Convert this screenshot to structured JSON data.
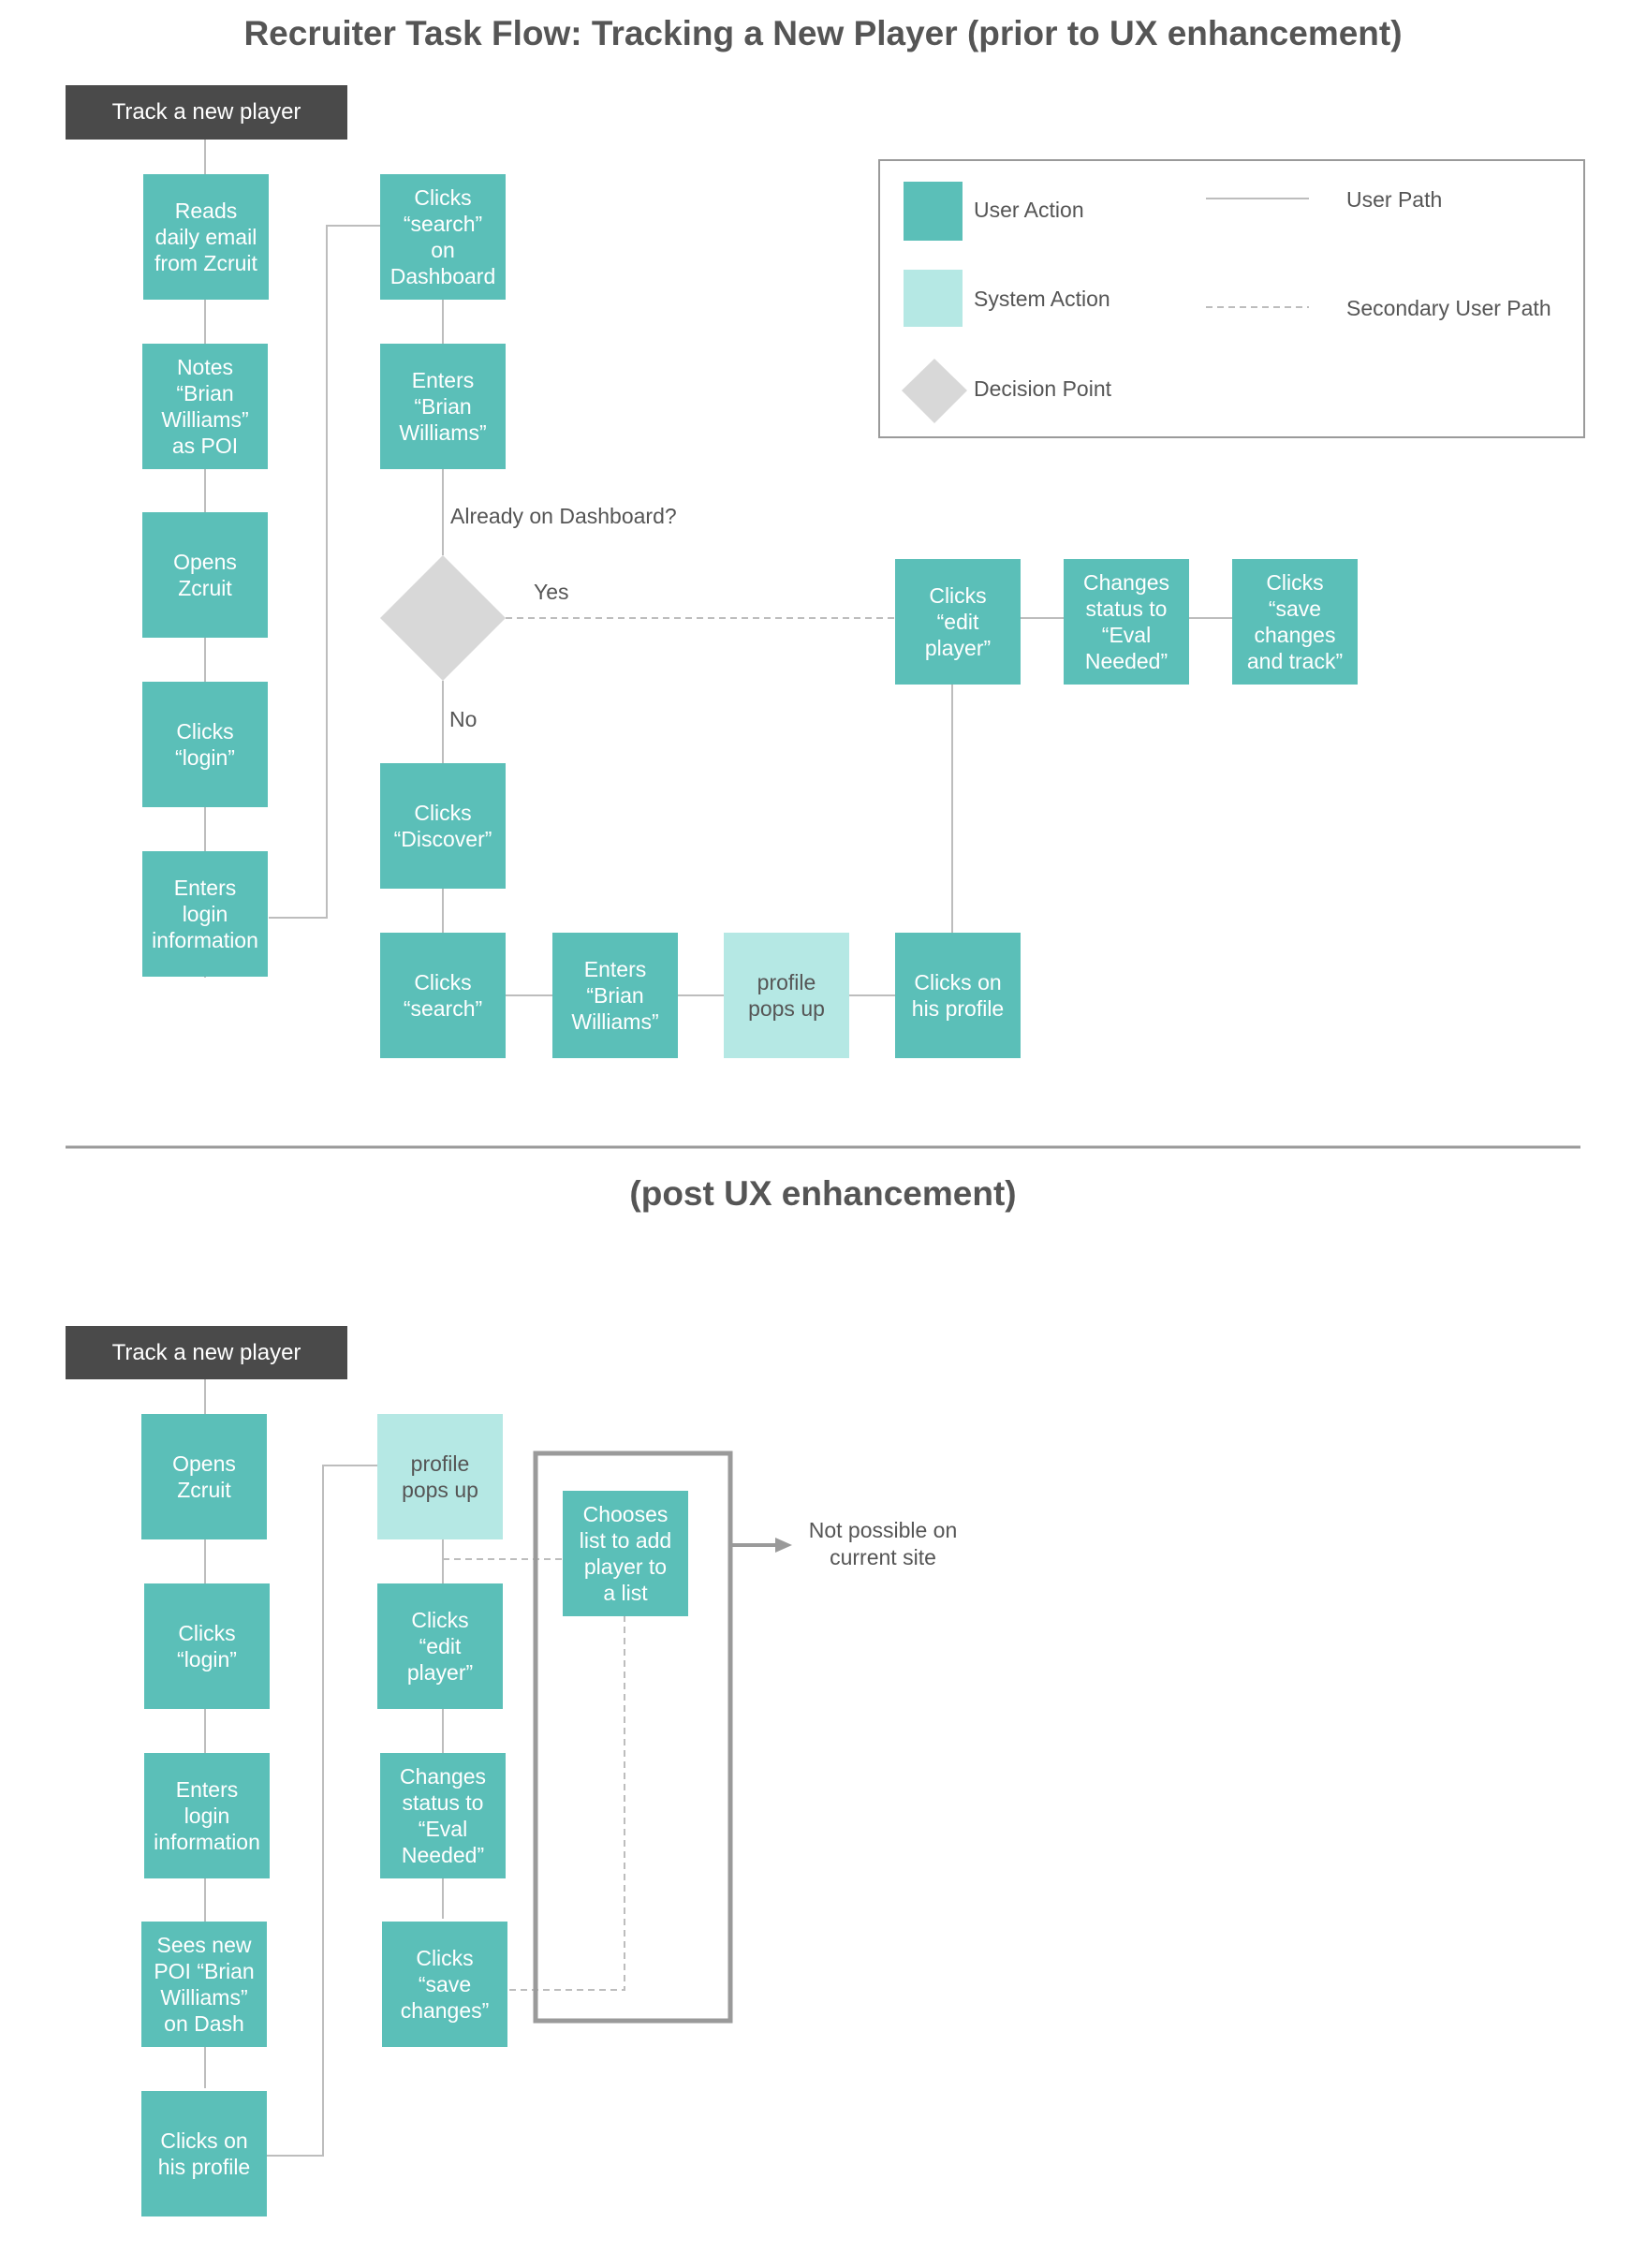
{
  "title": "Recruiter Task Flow: Tracking a New Player (prior to UX enhancement)",
  "subtitle": "(post UX enhancement)",
  "colors": {
    "user_action": "#5bbfb8",
    "system_action": "#b5e8e4",
    "decision": "#d8d8d8",
    "start": "#4a4a4a",
    "line": "#bdbdbd",
    "text": "#555555"
  },
  "legend": {
    "user_action": "User Action",
    "system_action": "System Action",
    "decision_point": "Decision Point",
    "user_path": "User Path",
    "secondary_user_path": "Secondary User Path"
  },
  "before": {
    "start": "Track a new player",
    "left_column": [
      "Reads\ndaily email\nfrom Zcruit",
      "Notes\n“Brian\nWilliams”\nas POI",
      "Opens\nZcruit",
      "Clicks\n“login”",
      "Enters\nlogin\ninformation"
    ],
    "search_dashboard": "Clicks\n“search”\non\nDashboard",
    "enter_name": "Enters\n“Brian\nWilliams”",
    "decision_question": "Already on Dashboard?",
    "yes_label": "Yes",
    "no_label": "No",
    "clicks_discover": "Clicks\n“Discover”",
    "bottom_row": [
      "Clicks\n“search”",
      "Enters\n“Brian\nWilliams”",
      "profile\npops up",
      "Clicks on\nhis profile"
    ],
    "top_row": [
      "Clicks\n“edit\nplayer”",
      "Changes\nstatus to\n“Eval\nNeeded”",
      "Clicks\n“save\nchanges\nand track”"
    ]
  },
  "after": {
    "start": "Track a new player",
    "left_column": [
      "Opens\nZcruit",
      "Clicks\n“login”",
      "Enters\nlogin\ninformation",
      "Sees new\nPOI “Brian\nWilliams”\non Dash",
      "Clicks on\nhis profile"
    ],
    "profile_pops": "profile\npops up",
    "middle_column": [
      "Clicks\n“edit\nplayer”",
      "Changes\nstatus to\n“Eval\nNeeded”",
      "Clicks\n“save\nchanges”"
    ],
    "choose_list": "Chooses\nlist to add\nplayer to\na list",
    "not_possible": "Not possible on\ncurrent site"
  }
}
